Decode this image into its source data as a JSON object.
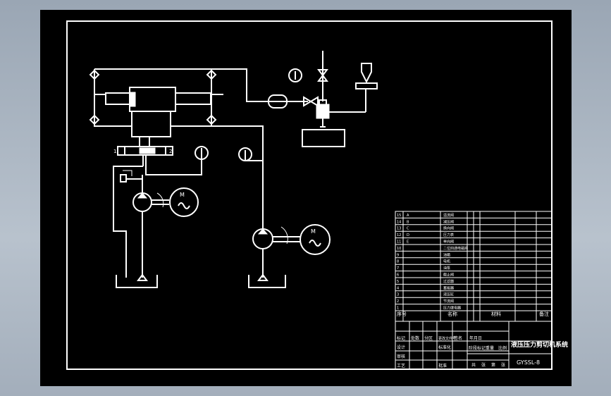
{
  "title_block": {
    "drawing_title": "液压压力剪切机系统",
    "drawing_code": "GYSSL-8",
    "col_headers": [
      "序号",
      "名称",
      "材料",
      "备注"
    ],
    "parts": [
      {
        "no": "15",
        "code": "A",
        "name": "溢流阀"
      },
      {
        "no": "14",
        "code": "B",
        "name": "减压阀"
      },
      {
        "no": "13",
        "code": "C",
        "name": "换向阀"
      },
      {
        "no": "12",
        "code": "D",
        "name": "压力表"
      },
      {
        "no": "11",
        "code": "E",
        "name": "单向阀"
      },
      {
        "no": "10",
        "code": "",
        "name": "二位四通电磁阀"
      },
      {
        "no": "9",
        "code": "",
        "name": "油箱"
      },
      {
        "no": "8",
        "code": "",
        "name": "电机"
      },
      {
        "no": "7",
        "code": "",
        "name": "油泵"
      },
      {
        "no": "6",
        "code": "",
        "name": "截止阀"
      },
      {
        "no": "5",
        "code": "",
        "name": "过滤器"
      },
      {
        "no": "4",
        "code": "",
        "name": "蓄能器"
      },
      {
        "no": "3",
        "code": "",
        "name": "液压缸"
      },
      {
        "no": "2",
        "code": "",
        "name": "节流阀"
      },
      {
        "no": "1",
        "code": "",
        "name": "压力继电器"
      }
    ],
    "meta_labels": [
      "标记",
      "处数",
      "分区",
      "更改文件号",
      "签名",
      "年月日",
      "设计",
      "标准化",
      "审核",
      "工艺",
      "批准"
    ],
    "stage_labels": [
      "阶段标记",
      "重量",
      "比例"
    ],
    "sheet_labels": [
      "共",
      "张",
      "第",
      "张"
    ]
  },
  "diagram": {
    "motor_labels": [
      "M",
      "M"
    ]
  }
}
